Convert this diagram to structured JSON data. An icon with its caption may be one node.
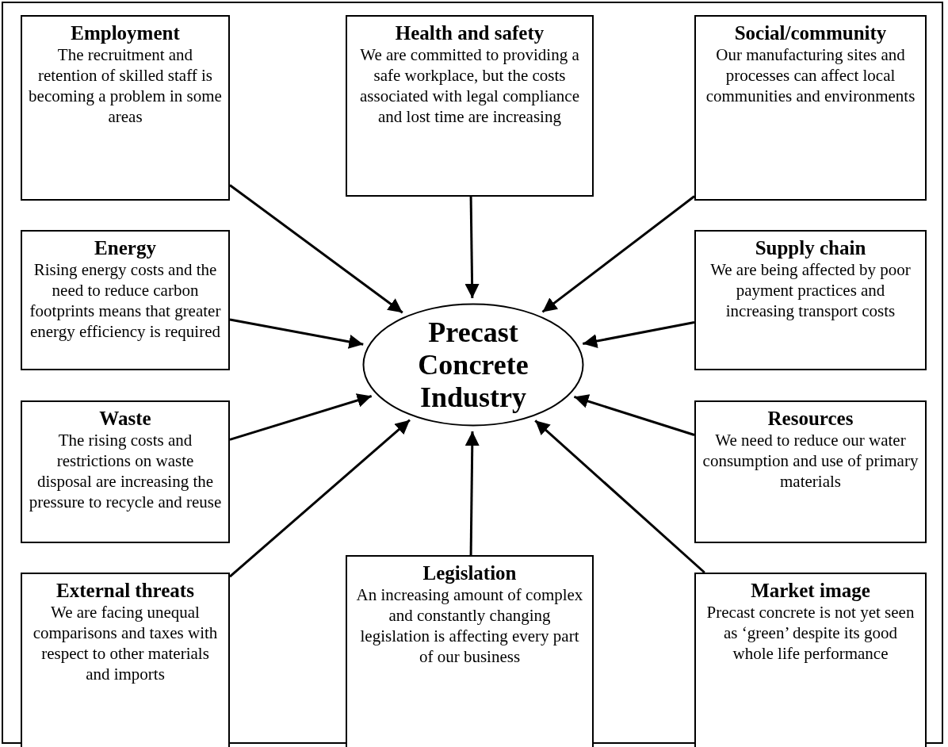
{
  "diagram": {
    "nodes": [
      {
        "text": [
          "Employment",
          "The recruitment and retention of skilled staff is becoming a problem in some areas"
        ]
      },
      {
        "text": [
          "Health and safety",
          "We are committed to providing a safe workplace, but the costs associated with legal compliance and lost time are increasing"
        ]
      },
      {
        "text": [
          "Social/community",
          "Our manufacturing sites and processes can affect local communities and environments"
        ]
      },
      {
        "text": [
          "Energy",
          "Rising energy costs and the need to reduce carbon footprints means that greater energy efficiency is required"
        ]
      },
      {
        "text": [
          "Precast Concrete Industry"
        ]
      },
      {
        "text": [
          "Supply chain",
          "We are being affected by poor payment practices and increasing transport costs"
        ]
      },
      {
        "text": [
          "Waste",
          "The rising costs and restrictions on waste disposal are increasing the pressure to recycle and reuse"
        ]
      },
      {
        "text": [
          "Resources",
          "We need to reduce our water consumption and use of primary materials"
        ]
      },
      {
        "text": [
          "External threats",
          "We are facing unequal comparisons and taxes with respect to other materials and imports"
        ]
      },
      {
        "text": [
          "Legislation",
          "An increasing amount of complex and constantly changing legislation is affecting every part of our business"
        ]
      },
      {
        "text": [
          "Market image",
          "Precast concrete is not yet seen as ‘green’ despite its good whole life performance"
        ]
      }
    ],
    "edges": [
      {
        "from": 0,
        "to": 4,
        "arrow": "to"
      },
      {
        "from": 1,
        "to": 4,
        "arrow": "to"
      },
      {
        "from": 2,
        "to": 4,
        "arrow": "to"
      },
      {
        "from": 3,
        "to": 4,
        "arrow": "to"
      },
      {
        "from": 5,
        "to": 4,
        "arrow": "to"
      },
      {
        "from": 6,
        "to": 4,
        "arrow": "to"
      },
      {
        "from": 7,
        "to": 4,
        "arrow": "to"
      },
      {
        "from": 8,
        "to": 4,
        "arrow": "to"
      },
      {
        "from": 9,
        "to": 4,
        "arrow": "to"
      },
      {
        "from": 10,
        "to": 4,
        "arrow": "to"
      }
    ]
  }
}
